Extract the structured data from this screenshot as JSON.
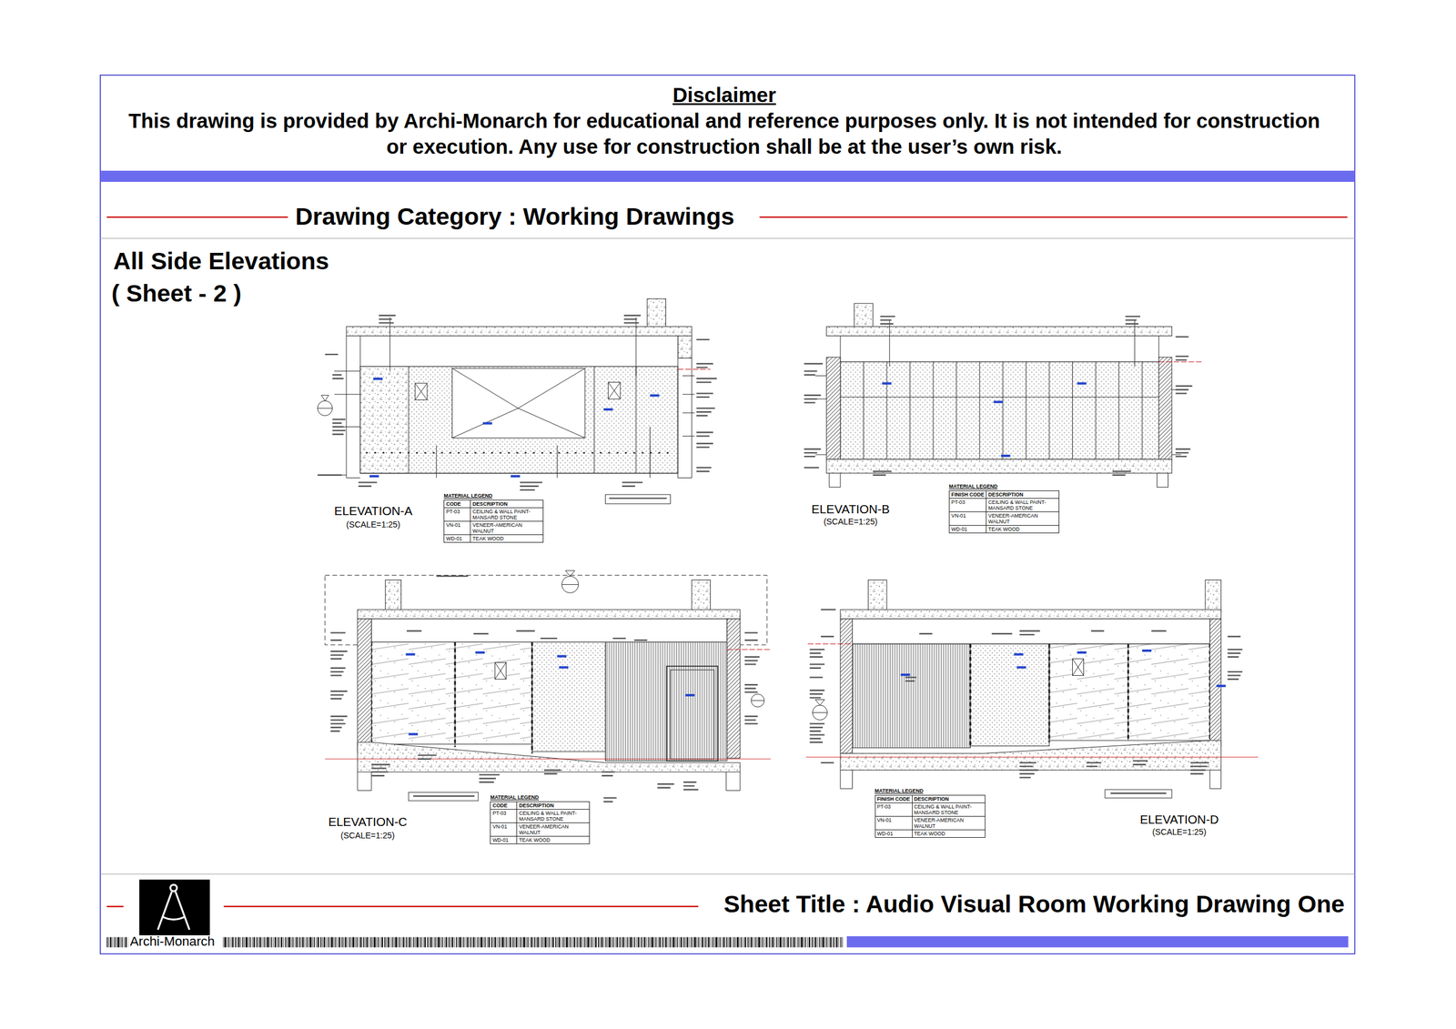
{
  "diagram": {
    "title": "All Side Elevations",
    "labels": [
      "Disclaimer",
      "This drawing is provided by Archi-Monarch for educational and reference purposes only. It is not intended for construction or execution. Any use for construction shall be at the user’s own risk.",
      "Drawing Category : Working Drawings",
      "( Sheet - 2 )",
      "ELEVATION-A",
      "(SCALE=1:25)",
      "MATERIAL LEGEND",
      "CODE",
      "DESCRIPTION",
      "PT-03",
      "CEILING & WALL PAINT-MANSARD STONE",
      "VN-01",
      "VENEER-AMERICAN WALNUT",
      "WD-01",
      "TEAK WOOD",
      "ELEVATION-B",
      "(SCALE=1:25)",
      "MATERIAL LEGEND",
      "FINISH CODE",
      "DESCRIPTION",
      "PT-03",
      "CEILING & WALL PAINT-MANSARD STONE",
      "VN-01",
      "VENEER-AMERICAN WALNUT",
      "WD-01",
      "TEAK WOOD",
      "ELEVATION-C",
      "(SCALE=1:25)",
      "MATERIAL LEGEND",
      "CODE",
      "DESCRIPTION",
      "PT-03",
      "CEILING & WALL PAINT-MANSARD STONE",
      "VN-01",
      "VENEER-AMERICAN WALNUT",
      "WD-01",
      "TEAK WOOD",
      "ELEVATION-D",
      "(SCALE=1:25)",
      "MATERIAL LEGEND",
      "FINISH CODE",
      "DESCRIPTION",
      "PT-03",
      "CEILING & WALL PAINT-MANSARD STONE",
      "VN-01",
      "VENEER-AMERICAN WALNUT",
      "WD-01",
      "TEAK WOOD",
      "Sheet Title : Audio Visual Room Working Drawing One",
      "Archi-Monarch"
    ]
  }
}
